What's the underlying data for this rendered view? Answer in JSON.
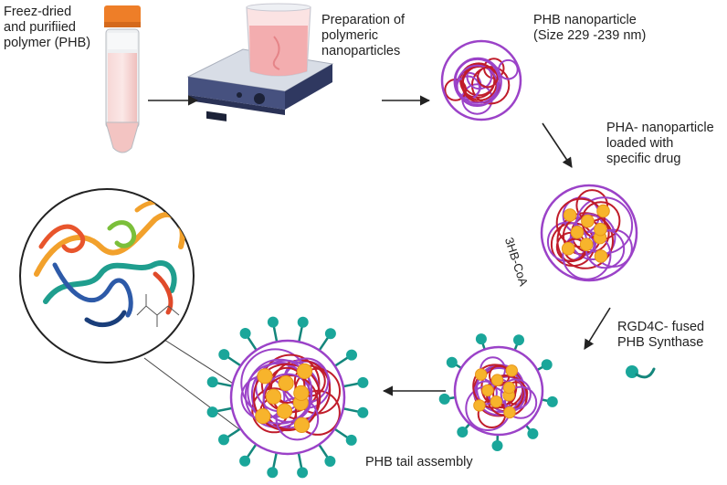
{
  "labels": {
    "polymer": [
      "Freez-dried",
      "and purifiied",
      "polymer (PHB)"
    ],
    "preparation": [
      "Preparation of",
      "polymeric",
      "nanoparticles"
    ],
    "nanoparticle": [
      "PHB nanoparticle",
      "(Size 229 -239 nm)"
    ],
    "loaded": [
      "PHA- nanoparticle",
      "loaded with",
      "specific drug"
    ],
    "coa": "3HB-CoA",
    "synthase": [
      "RGD4C- fused",
      "PHB Synthase"
    ],
    "tail": "PHB tail assembly"
  },
  "colors": {
    "tube_cap": "#ee7e28",
    "tube_liquid": "#f6c8c6",
    "stirrer_body": "#3f4a78",
    "beaker_liquid": "#f2a6a8",
    "polymer_red": "#c01c2a",
    "polymer_purple": "#9b42c8",
    "drug_yellow": "#f7b42c",
    "peptide_teal": "#1aa69a",
    "arrow": "#222222"
  },
  "icons": [
    "sample-tube-icon",
    "magnetic-stirrer-icon",
    "beaker-icon",
    "nanoparticle-icon",
    "drug-loaded-nanoparticle-icon",
    "peptide-icon",
    "protein-structure-icon",
    "chemical-structure-icon"
  ]
}
